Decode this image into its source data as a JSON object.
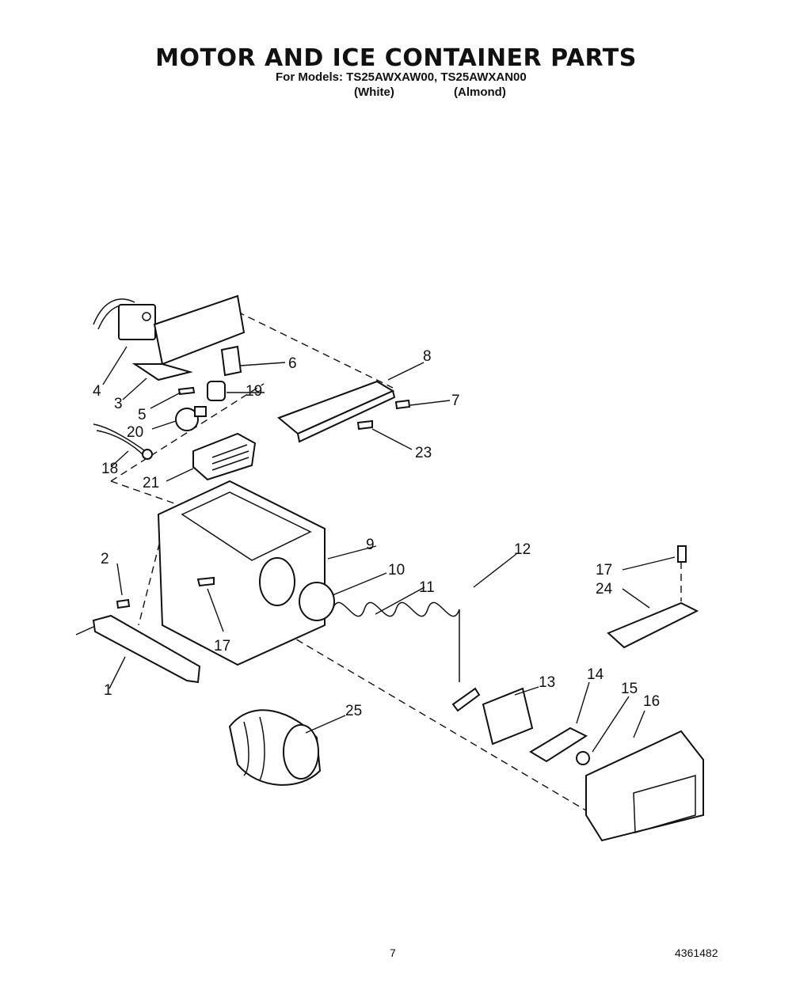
{
  "header": {
    "title": "MOTOR AND ICE CONTAINER PARTS",
    "models_line": "For Models: TS25AWXAW00, TS25AWXAN00",
    "variant_white": "(White)",
    "variant_almond": "(Almond)"
  },
  "callouts": [
    "1",
    "2",
    "3",
    "4",
    "5",
    "6",
    "7",
    "8",
    "9",
    "10",
    "11",
    "12",
    "13",
    "14",
    "15",
    "16",
    "17",
    "17",
    "18",
    "19",
    "20",
    "21",
    "23",
    "24",
    "25"
  ],
  "footer": {
    "page_number": "7",
    "document_number": "4361482"
  }
}
